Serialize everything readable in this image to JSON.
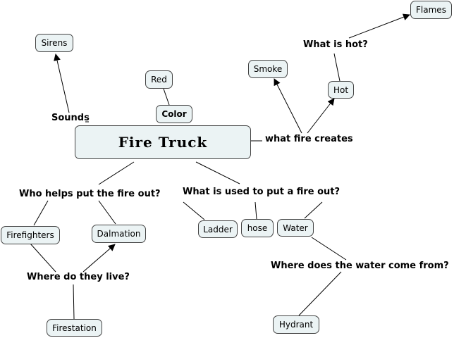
{
  "central_topic": "Fire Truck",
  "nodes": {
    "sirens": "Sirens",
    "red": "Red",
    "color": "Color",
    "smoke": "Smoke",
    "flames": "Flames",
    "hot": "Hot",
    "firefighters": "Firefighters",
    "dalmation": "Dalmation",
    "firestation": "Firestation",
    "ladder": "Ladder",
    "hose": "hose",
    "water": "Water",
    "hydrant": "Hydrant"
  },
  "links": {
    "sounds": "Sounds",
    "what_fire_creates": "what fire creates",
    "what_is_hot": "What is hot?",
    "who_helps": "Who helps put the fire out?",
    "what_is_used": "What is used to put a fire out?",
    "where_live": "Where do they live?",
    "where_water": "Where does the water come from?"
  }
}
